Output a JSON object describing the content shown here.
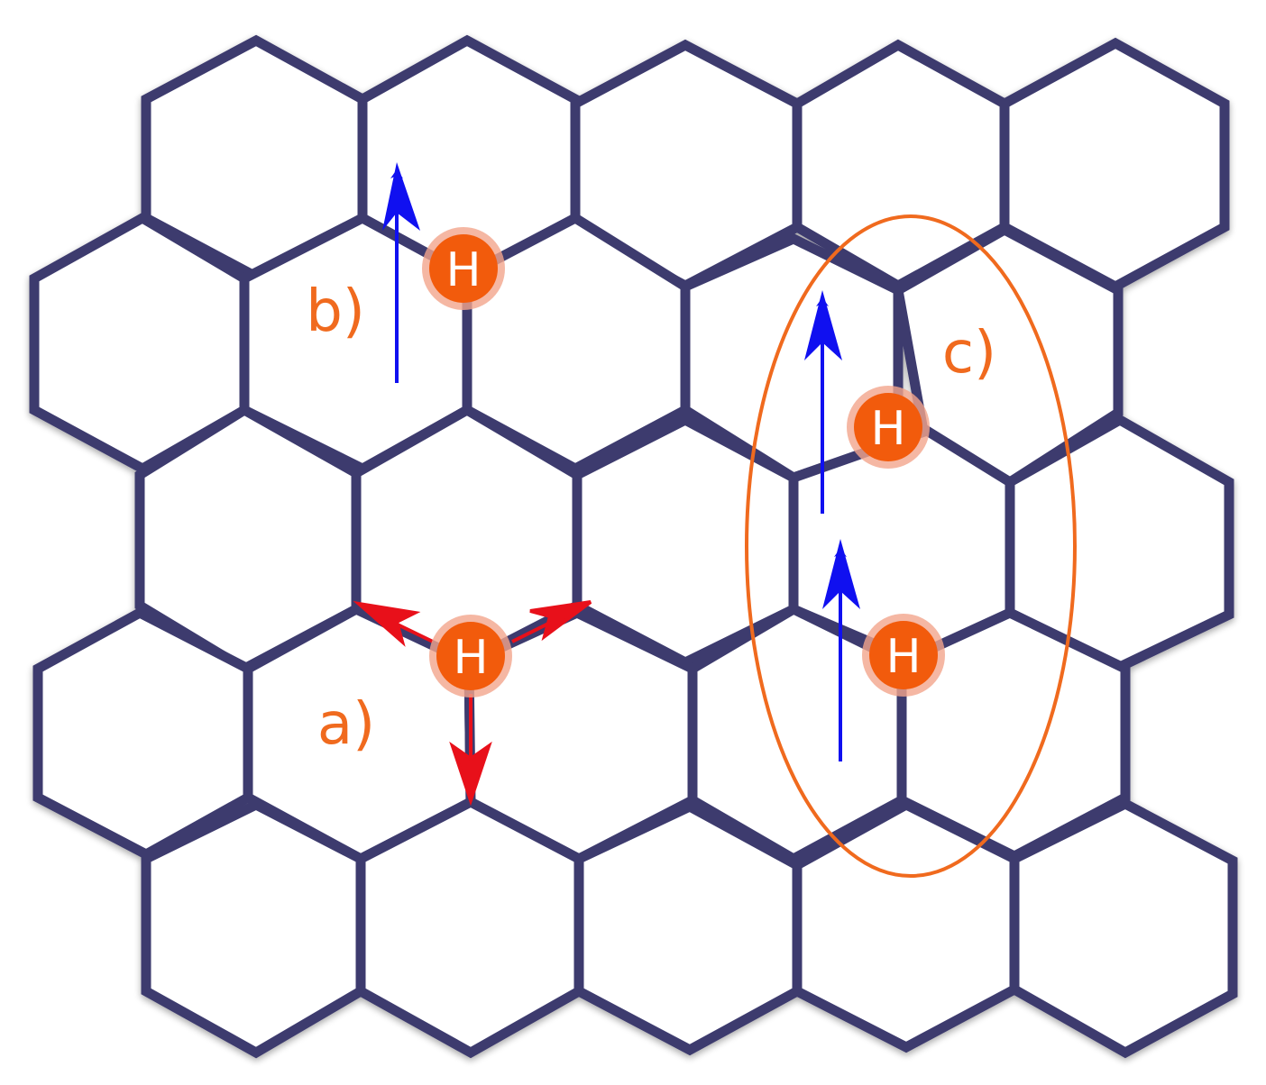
{
  "colors": {
    "lattice": "#3d3b6e",
    "atom_fill": "#f25b0c",
    "atom_halo": "#f2a58c",
    "atom_text": "#ffffff",
    "label": "#f06a1e",
    "ellipse": "#f06a1e",
    "arrow_blue": "#1010f0",
    "arrow_red": "#e8101a"
  },
  "labels": {
    "a": "a)",
    "b": "b)",
    "c": "c)"
  },
  "atoms": {
    "a": "H",
    "b": "H",
    "c_upper": "H",
    "c_lower": "H"
  }
}
